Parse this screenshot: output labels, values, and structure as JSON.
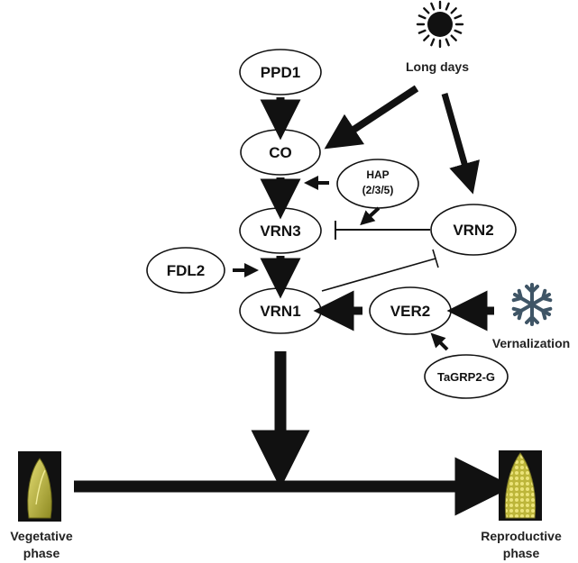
{
  "nodes": {
    "ppd1": "PPD1",
    "co": "CO",
    "hap_line1": "HAP",
    "hap_line2": "(2/3/5)",
    "vrn3": "VRN3",
    "vrn2": "VRN2",
    "fdl2": "FDL2",
    "vrn1": "VRN1",
    "ver2": "VER2",
    "tagrp2g": "TaGRP2-G"
  },
  "labels": {
    "long_days": "Long days",
    "vernalization": "Vernalization",
    "vegetative_line1": "Vegetative",
    "vegetative_line2": "phase",
    "reproductive_line1": "Reproductive",
    "reproductive_line2": "phase"
  },
  "icons": {
    "sun": "sun-icon",
    "snowflake": "snowflake-icon",
    "vegetative_spike": "vegetative-spike-image",
    "reproductive_spike": "reproductive-spike-image"
  },
  "colors": {
    "arrow": "#111111",
    "snowflake": "#3f5566",
    "spike": "#c9c24a"
  }
}
